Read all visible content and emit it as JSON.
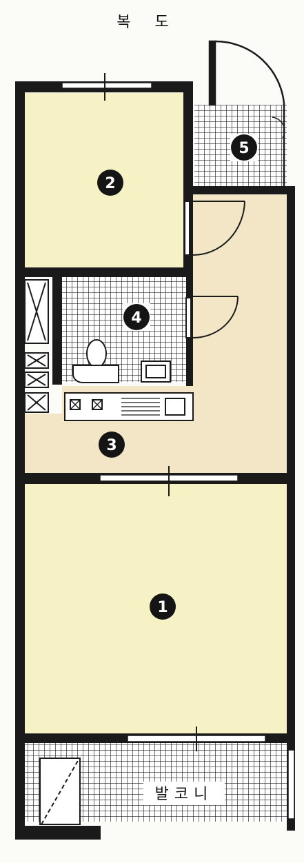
{
  "labels": {
    "corridor": "복 도",
    "balcony": "발코니"
  },
  "rooms": {
    "room_1": "1",
    "room_2": "2",
    "room_3": "3",
    "room_4": "4",
    "room_5": "5"
  },
  "colors": {
    "room_fill": "#f6f2c6",
    "kitchen_fill": "#f3e6c6",
    "wall": "#1a1a1a",
    "tile_line": "#222222",
    "marker": "#151515"
  }
}
